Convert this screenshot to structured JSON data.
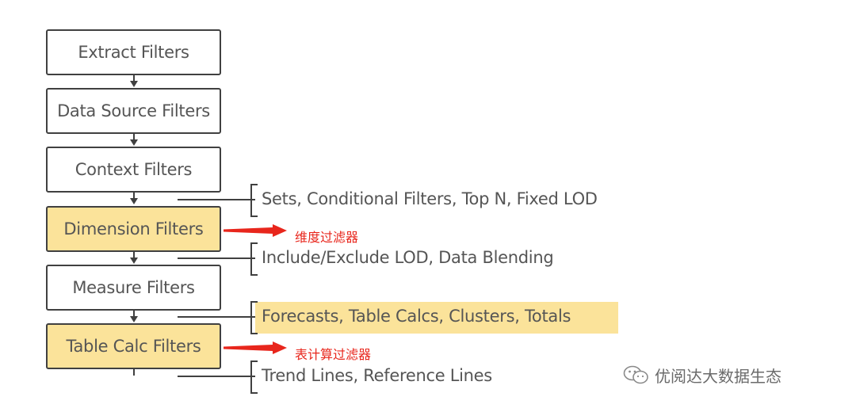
{
  "flow": {
    "steps": [
      {
        "label": "Extract Filters",
        "highlight": false
      },
      {
        "label": "Data Source Filters",
        "highlight": false
      },
      {
        "label": "Context Filters",
        "highlight": false
      },
      {
        "label": "Dimension Filters",
        "highlight": true
      },
      {
        "label": "Measure Filters",
        "highlight": false
      },
      {
        "label": "Table Calc Filters",
        "highlight": true
      }
    ]
  },
  "notes": [
    {
      "label": "Sets, Conditional Filters, Top N, Fixed LOD",
      "highlight": false
    },
    {
      "label": "Include/Exclude LOD, Data Blending",
      "highlight": false
    },
    {
      "label": "Forecasts, Table Calcs, Clusters, Totals",
      "highlight": true
    },
    {
      "label": "Trend Lines, Reference Lines",
      "highlight": false
    }
  ],
  "annotations": [
    {
      "label": "维度过滤器",
      "color": "#e8261c"
    },
    {
      "label": "表计算过滤器",
      "color": "#e8261c"
    }
  ],
  "watermark": {
    "text": "优阅达大数据生态",
    "icon": "wechat-icon"
  },
  "colors": {
    "highlight": "#fbe39a",
    "arrow": "#e8261c",
    "border": "#404040",
    "text": "#555555"
  }
}
